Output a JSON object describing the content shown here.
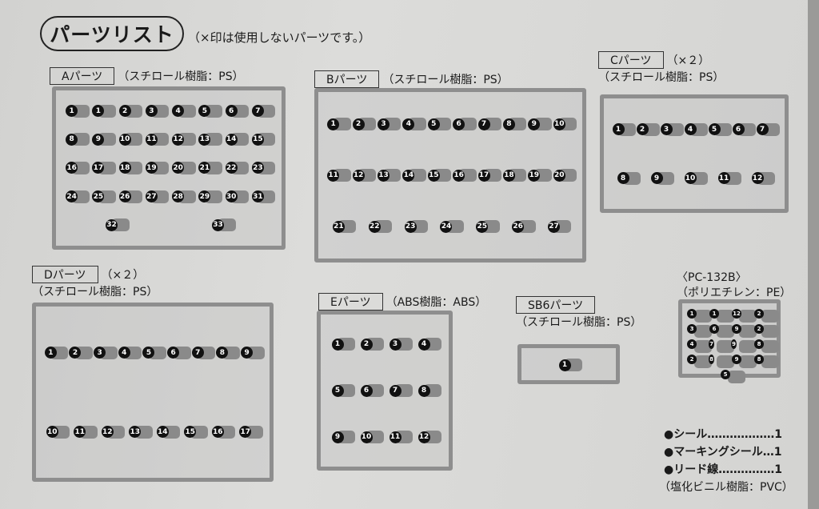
{
  "title": "パーツリスト",
  "note": "（×印は使用しないパーツです。）",
  "sprues": {
    "A": {
      "tag": "Aパーツ",
      "material": "（スチロール樹脂：PS）",
      "parts": [
        "1",
        "1",
        "2",
        "3",
        "4",
        "5",
        "6",
        "7",
        "8",
        "9",
        "10",
        "11",
        "12",
        "13",
        "14",
        "15",
        "16",
        "17",
        "18",
        "19",
        "20",
        "21",
        "22",
        "23",
        "24",
        "25",
        "26",
        "27",
        "28",
        "29",
        "30",
        "31",
        "32",
        "33"
      ]
    },
    "B": {
      "tag": "Bパーツ",
      "material": "（スチロール樹脂：PS）",
      "parts": [
        "1",
        "2",
        "3",
        "4",
        "5",
        "6",
        "7",
        "8",
        "9",
        "10",
        "11",
        "12",
        "13",
        "14",
        "15",
        "16",
        "17",
        "18",
        "19",
        "20",
        "21",
        "22",
        "23",
        "24",
        "25",
        "26",
        "27"
      ]
    },
    "C": {
      "tag": "Cパーツ",
      "count": "（×２）",
      "material": "（スチロール樹脂：PS）",
      "parts": [
        "1",
        "2",
        "3",
        "4",
        "5",
        "6",
        "7",
        "8",
        "9",
        "10",
        "11",
        "12"
      ]
    },
    "D": {
      "tag": "Dパーツ",
      "count": "（×２）",
      "material": "（スチロール樹脂：PS）",
      "parts": [
        "1",
        "2",
        "3",
        "4",
        "5",
        "6",
        "7",
        "8",
        "9",
        "10",
        "11",
        "12",
        "13",
        "14",
        "15",
        "16",
        "17"
      ]
    },
    "E": {
      "tag": "Eパーツ",
      "material": "（ABS樹脂：ABS）",
      "parts": [
        "1",
        "2",
        "3",
        "4",
        "5",
        "6",
        "7",
        "8",
        "9",
        "10",
        "11",
        "12"
      ]
    },
    "SB6": {
      "tag": "SB6パーツ",
      "material": "（スチロール樹脂：PS）",
      "parts": [
        "1"
      ]
    },
    "PC": {
      "tag": "〈PC-132B〉",
      "material": "（ポリエチレン：PE）",
      "parts": [
        "1",
        "1",
        "12",
        "2",
        "3",
        "6",
        "9",
        "2",
        "4",
        "7",
        "9",
        "8",
        "2",
        "8",
        "9",
        "8",
        "5"
      ],
      "unused_mark": "×"
    }
  },
  "extras": [
    {
      "label": "●シール………………1"
    },
    {
      "label": "●マーキングシール…1"
    },
    {
      "label": "●リード線……………1"
    }
  ],
  "extras_material": "（塩化ビニル樹脂：PVC）"
}
